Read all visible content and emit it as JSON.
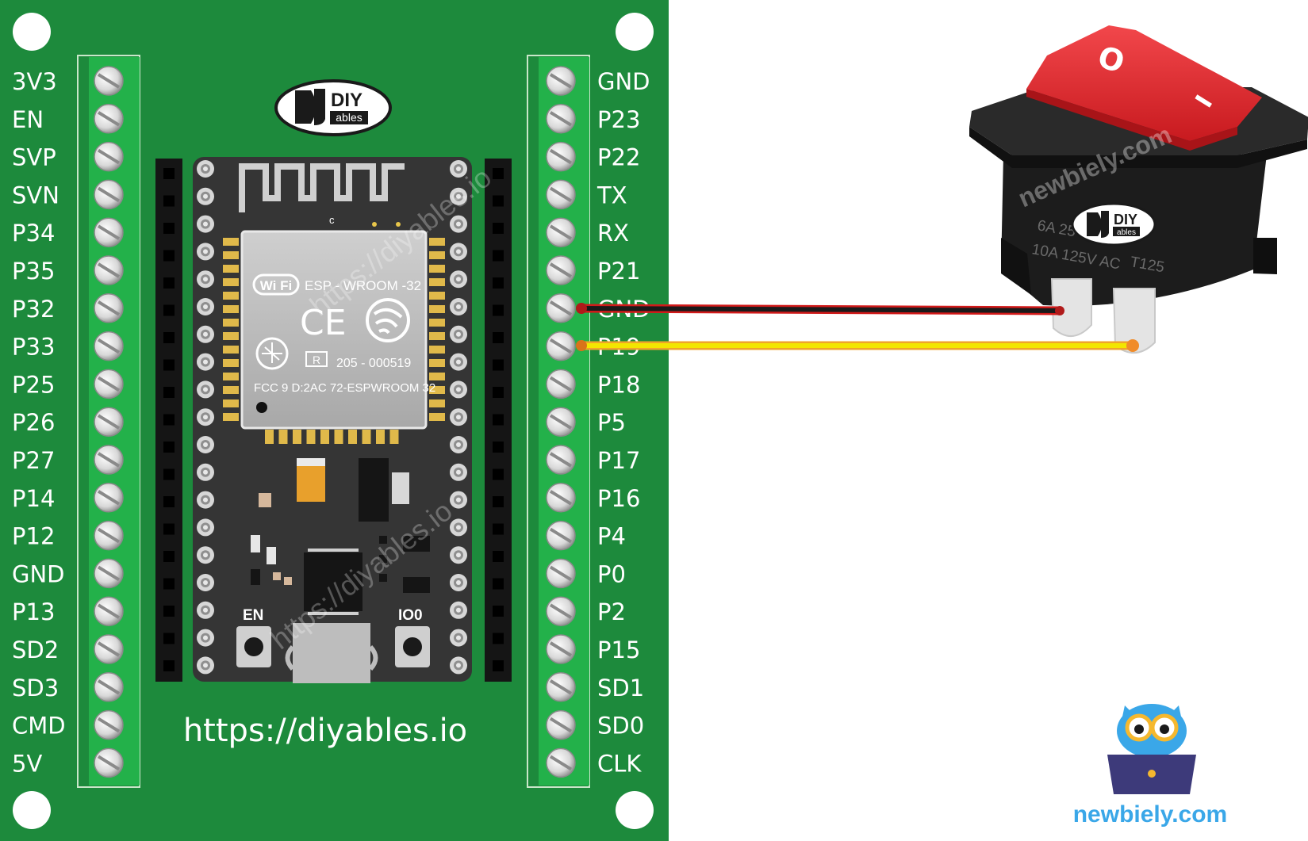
{
  "left_pins": [
    "3V3",
    "EN",
    "SVP",
    "SVN",
    "P34",
    "P35",
    "P32",
    "P33",
    "P25",
    "P26",
    "P27",
    "P14",
    "P12",
    "GND",
    "P13",
    "SD2",
    "SD3",
    "CMD",
    "5V"
  ],
  "right_pins": [
    "GND",
    "P23",
    "P22",
    "TX",
    "RX",
    "P21",
    "GND",
    "P19",
    "P18",
    "P5",
    "P17",
    "P16",
    "P4",
    "P0",
    "P2",
    "P15",
    "SD1",
    "SD0",
    "CLK"
  ],
  "board": {
    "url": "https://diyables.io",
    "watermark": "https://diyables.io",
    "logo_top": "DIY",
    "logo_bottom": "ables",
    "color": "#1d8a3c"
  },
  "module": {
    "wifi_badge": "Wi Fi",
    "model": "ESP - WROOM -32",
    "ce_mark": "CE",
    "reg_symbol": "R",
    "reg_number": "205 - 000519",
    "fcc_id": "FCC 9 D:2AC 72-ESPWROOM  32",
    "antenna_marker": "c",
    "button_en": "EN",
    "button_io0": "IO0"
  },
  "switch": {
    "symbol_off": "O",
    "symbol_on": "I",
    "rating_1": "6A 25",
    "rating_2": "10A 125V AC",
    "rating_3": "T125",
    "logo_top": "DIY",
    "logo_bottom": "ables",
    "watermark": "newbiely.com",
    "color": "#e8262b"
  },
  "wires": [
    {
      "from": "GND",
      "to": "switch-pin-1",
      "color": "#1a1a1a"
    },
    {
      "from": "P19",
      "to": "switch-pin-2",
      "color": "#f2e600"
    }
  ],
  "brand": {
    "text": "newbiely.com",
    "color": "#3aa7e8"
  }
}
